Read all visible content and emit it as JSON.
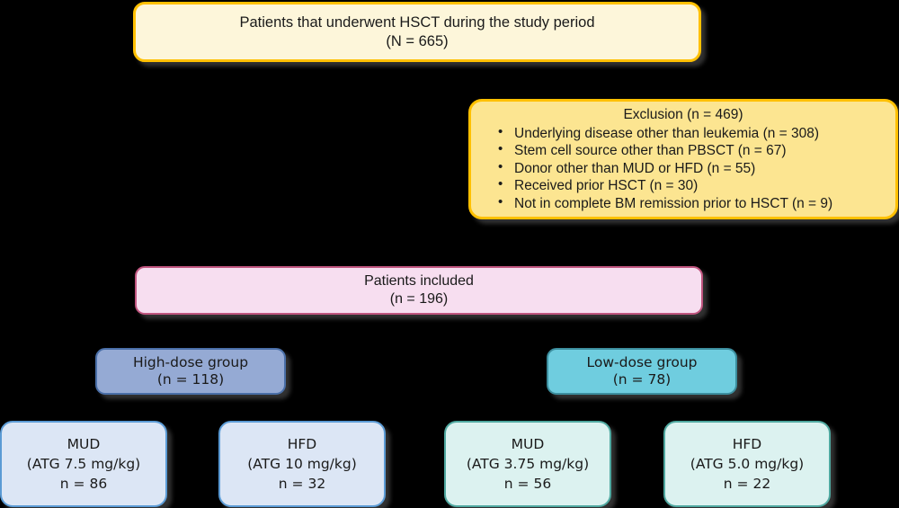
{
  "diagram": {
    "title": "HSCT study CONSORT-style flow diagram",
    "background_color": "#000000",
    "nodes": {
      "screened": {
        "line1": "Patients that underwent  HSCT during the study period",
        "line2": "(N = 665)",
        "fill": "#FDF6DA",
        "border": "#FFC000"
      },
      "exclusion": {
        "title": "Exclusion  (n = 469)",
        "items": [
          "Underlying  disease other than leukemia  (n = 308)",
          "Stem cell source other than PBSCT (n = 67)",
          "Donor other than MUD or HFD (n = 55)",
          "Received prior HSCT (n = 30)",
          "Not in complete BM remission prior to HSCT (n = 9)"
        ],
        "fill": "#FCE591",
        "border": "#FFC000"
      },
      "included": {
        "line1": "Patients included",
        "line2": "(n = 196)",
        "fill": "#F7DEF0",
        "border": "#C0557F"
      },
      "high_dose_group": {
        "line1": "High-dose group",
        "line2": "(n = 118)",
        "fill": "#95AAD4",
        "border": "#4A6FA8"
      },
      "low_dose_group": {
        "line1": "Low-dose group",
        "line2": "(n = 78)",
        "fill": "#6FCDDF",
        "border": "#3C8E9E"
      },
      "mud_high": {
        "line1": "MUD",
        "line2": "(ATG 7.5 mg/kg)",
        "line3": "n = 86",
        "fill": "#DCE6F5",
        "border": "#5B9BD5"
      },
      "hfd_high": {
        "line1": "HFD",
        "line2": "(ATG 10 mg/kg)",
        "line3": "n = 32",
        "fill": "#DCE6F5",
        "border": "#5B9BD5"
      },
      "mud_low": {
        "line1": "MUD",
        "line2": "(ATG 3.75 mg/kg)",
        "line3": "n = 56",
        "fill": "#DCF2F0",
        "border": "#4FA8A0"
      },
      "hfd_low": {
        "line1": "HFD",
        "line2": "(ATG 5.0 mg/kg)",
        "line3": "n = 22",
        "fill": "#DCF2F0",
        "border": "#4FA8A0"
      }
    },
    "connector_color": "#000000"
  }
}
